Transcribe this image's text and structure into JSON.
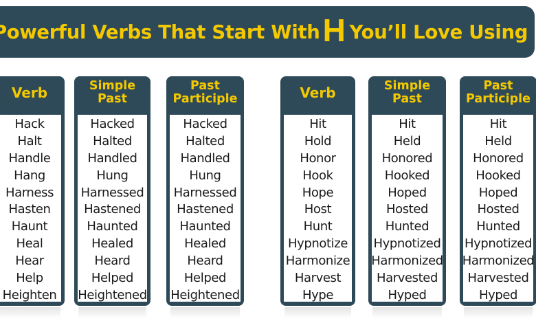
{
  "title": {
    "before": "Powerful Verbs That Start With",
    "letter": "H",
    "after": "You’ll Love Using"
  },
  "colors": {
    "panel": "#2e4a58",
    "accent": "#f4c900",
    "text": "#1a1a1a",
    "background": "#ffffff"
  },
  "tables": [
    {
      "columns": [
        {
          "header": [
            "Verb"
          ],
          "rows": [
            "Hack",
            "Halt",
            "Handle",
            "Hang",
            "Harness",
            "Hasten",
            "Haunt",
            "Heal",
            "Hear",
            "Help",
            "Heighten"
          ]
        },
        {
          "header": [
            "Simple",
            "Past"
          ],
          "rows": [
            "Hacked",
            "Halted",
            "Handled",
            "Hung",
            "Harnessed",
            "Hastened",
            "Haunted",
            "Healed",
            "Heard",
            "Helped",
            "Heightened"
          ]
        },
        {
          "header": [
            "Past",
            "Participle"
          ],
          "rows": [
            "Hacked",
            "Halted",
            "Handled",
            "Hung",
            "Harnessed",
            "Hastened",
            "Haunted",
            "Healed",
            "Heard",
            "Helped",
            "Heightened"
          ]
        }
      ]
    },
    {
      "columns": [
        {
          "header": [
            "Verb"
          ],
          "rows": [
            "Hit",
            "Hold",
            "Honor",
            "Hook",
            "Hope",
            "Host",
            "Hunt",
            "Hypnotize",
            "Harmonize",
            "Harvest",
            "Hype"
          ]
        },
        {
          "header": [
            "Simple",
            "Past"
          ],
          "rows": [
            "Hit",
            "Held",
            "Honored",
            "Hooked",
            "Hoped",
            "Hosted",
            "Hunted",
            "Hypnotized",
            "Harmonized",
            "Harvested",
            "Hyped"
          ]
        },
        {
          "header": [
            "Past",
            "Participle"
          ],
          "rows": [
            "Hit",
            "Held",
            "Honored",
            "Hooked",
            "Hoped",
            "Hosted",
            "Hunted",
            "Hypnotized",
            "Harmonized",
            "Harvested",
            "Hyped"
          ]
        }
      ]
    }
  ]
}
